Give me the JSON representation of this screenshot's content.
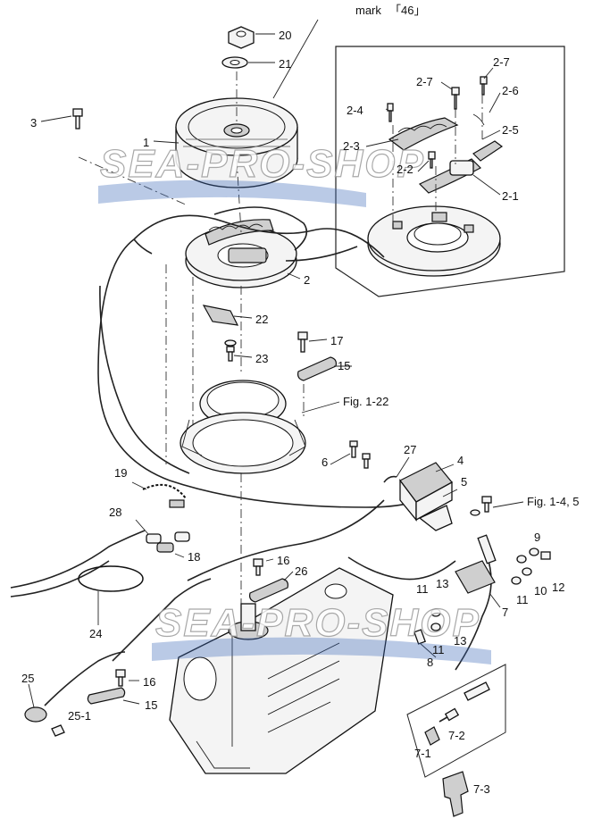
{
  "watermark": {
    "text": "SEA-PRO-SHOP",
    "band_color": "#3a66b8"
  },
  "callouts": {
    "mark": "mark",
    "mark_bracket": "「46」",
    "fig_122": "Fig. 1-22",
    "fig_145": "Fig. 1-4, 5"
  },
  "parts": [
    "1",
    "2",
    "2-1",
    "2-2",
    "2-3",
    "2-4",
    "2-5",
    "2-6",
    "2-7",
    "2-7",
    "3",
    "4",
    "5",
    "6",
    "7",
    "7-1",
    "7-2",
    "7-3",
    "8",
    "9",
    "10",
    "11",
    "11",
    "11",
    "12",
    "13",
    "13",
    "15",
    "15",
    "16",
    "16",
    "17",
    "18",
    "19",
    "20",
    "21",
    "22",
    "23",
    "24",
    "25",
    "25-1",
    "26",
    "27",
    "28"
  ]
}
